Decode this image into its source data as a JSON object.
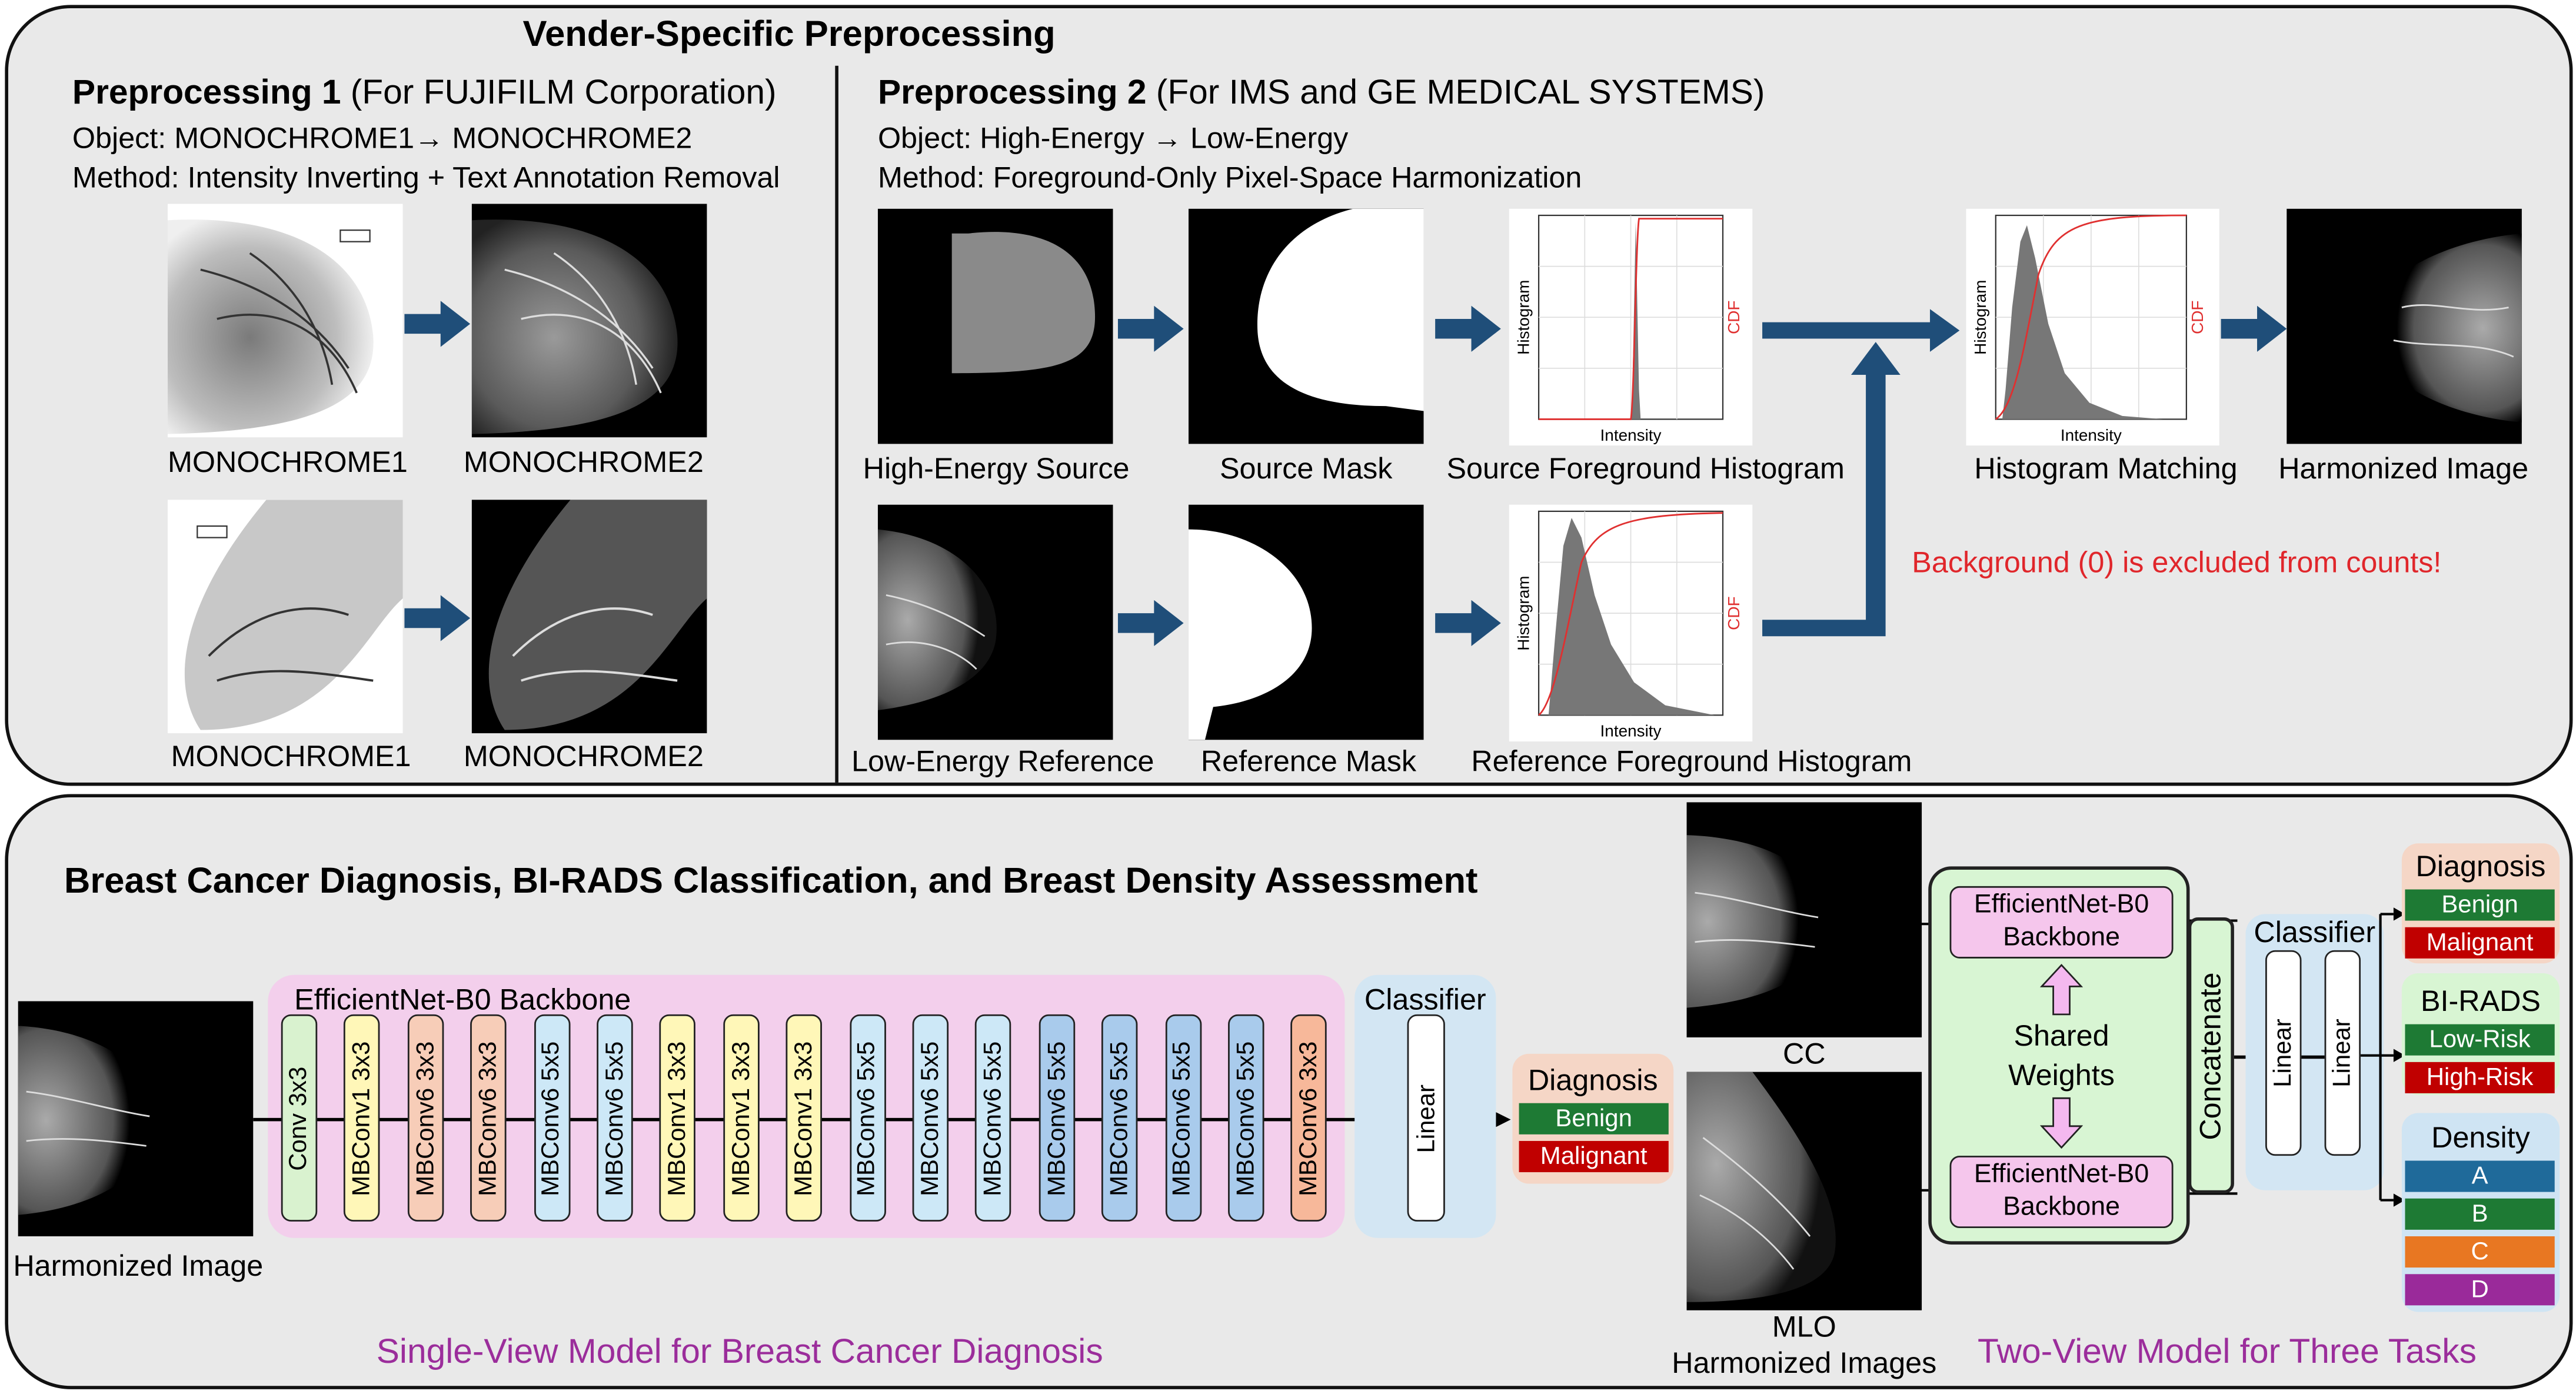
{
  "top": {
    "title": "Vender-Specific Preprocessing",
    "prep1": {
      "heading_bold": "Preprocessing 1",
      "heading_rest": " (For FUJIFILM Corporation)",
      "object": "Object: MONOCHROME1→ MONOCHROME2",
      "method": "Method: Intensity Inverting + Text Annotation Removal",
      "row1_left": "MONOCHROME1",
      "row1_right": "MONOCHROME2",
      "row2_left": "MONOCHROME1",
      "row2_right": "MONOCHROME2"
    },
    "prep2": {
      "heading_bold": "Preprocessing 2",
      "heading_rest": " (For IMS and GE MEDICAL SYSTEMS)",
      "object": "Object: High-Energy → Low-Energy",
      "method": "Method: Foreground-Only Pixel-Space Harmonization",
      "high_energy": "High-Energy Source",
      "source_mask": "Source Mask",
      "source_hist": "Source Foreground Histogram",
      "hist_matching": "Histogram Matching",
      "harmonized": "Harmonized Image",
      "low_energy": "Low-Energy Reference",
      "reference_mask": "Reference Mask",
      "reference_hist": "Reference Foreground Histogram",
      "note": "Background (0) is excluded from counts!",
      "axis_x": "Intensity",
      "axis_y": "Histogram",
      "axis_cdf": "CDF"
    }
  },
  "bottom": {
    "title": "Breast Cancer Diagnosis, BI-RADS Classification, and Breast Density Assessment",
    "input_label": "Harmonized Image",
    "backbone_label": "EfficientNet-B0 Backbone",
    "layers": [
      "Conv 3x3",
      "MBConv1 3x3",
      "MBConv6 3x3",
      "MBConv6 3x3",
      "MBConv6 5x5",
      "MBConv6 5x5",
      "MBConv1 3x3",
      "MBConv1 3x3",
      "MBConv1 3x3",
      "MBConv6 5x5",
      "MBConv6 5x5",
      "MBConv6 5x5",
      "MBConv6 5x5",
      "MBConv6 5x5",
      "MBConv6 5x5",
      "MBConv6 5x5",
      "MBConv6 3x3"
    ],
    "classifier_label": "Classifier",
    "linear": "Linear",
    "diagnosis": {
      "title": "Diagnosis",
      "benign": "Benign",
      "malignant": "Malignant"
    },
    "single_view_caption": "Single-View Model for Breast Cancer Diagnosis",
    "cc": "CC",
    "mlo": "MLO",
    "harmonized_images": "Harmonized Images",
    "effnet_top": [
      "EfficientNet-B0",
      "Backbone"
    ],
    "effnet_bottom": [
      "EfficientNet-B0",
      "Backbone"
    ],
    "shared": [
      "Shared",
      "Weights"
    ],
    "concatenate": "Concatenate",
    "two_classifier": "Classifier",
    "two_linear_1": "Linear",
    "two_linear_2": "Linear",
    "out_diagnosis": {
      "title": "Diagnosis",
      "benign": "Benign",
      "malignant": "Malignant"
    },
    "out_birads": {
      "title": "BI-RADS",
      "low": "Low-Risk",
      "high": "High-Risk"
    },
    "out_density": {
      "title": "Density",
      "a": "A",
      "b": "B",
      "c": "C",
      "d": "D"
    },
    "two_view_caption": "Two-View Model for Three Tasks"
  },
  "colors": {
    "arrow": "#1f4e79",
    "green": "#1e7a34",
    "red": "#c00000",
    "blue": "#1f6a9a",
    "orange": "#e87722",
    "purple": "#9a2a9a",
    "caption": "#9b2d9b",
    "note": "#e0262b"
  }
}
